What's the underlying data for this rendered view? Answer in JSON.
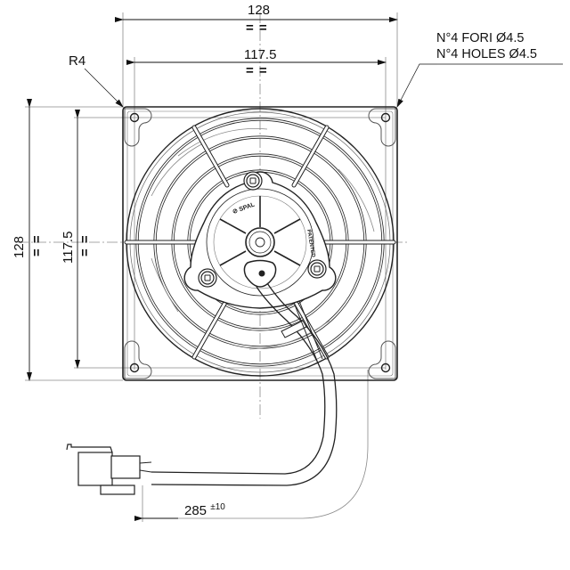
{
  "drawing": {
    "title": "Axial fan technical drawing (front view)",
    "brand_mark": "SPAL",
    "hub_text_arc": "PATENTED",
    "hub_text_top": "...",
    "dimensions": {
      "overall_width": "128",
      "hole_spacing_width": "117.5",
      "overall_height": "128",
      "hole_spacing_height": "117.5",
      "corner_radius": "R4",
      "cable_length": "285",
      "cable_tolerance": "±10",
      "symmetry_mark": "= ="
    },
    "notes": {
      "holes_it": "N°4 FORI  Ø4.5",
      "holes_en": "N°4 HOLES  Ø4.5"
    },
    "colors": {
      "line": "#222222",
      "guide": "#9a9a9a",
      "background": "#ffffff"
    }
  }
}
